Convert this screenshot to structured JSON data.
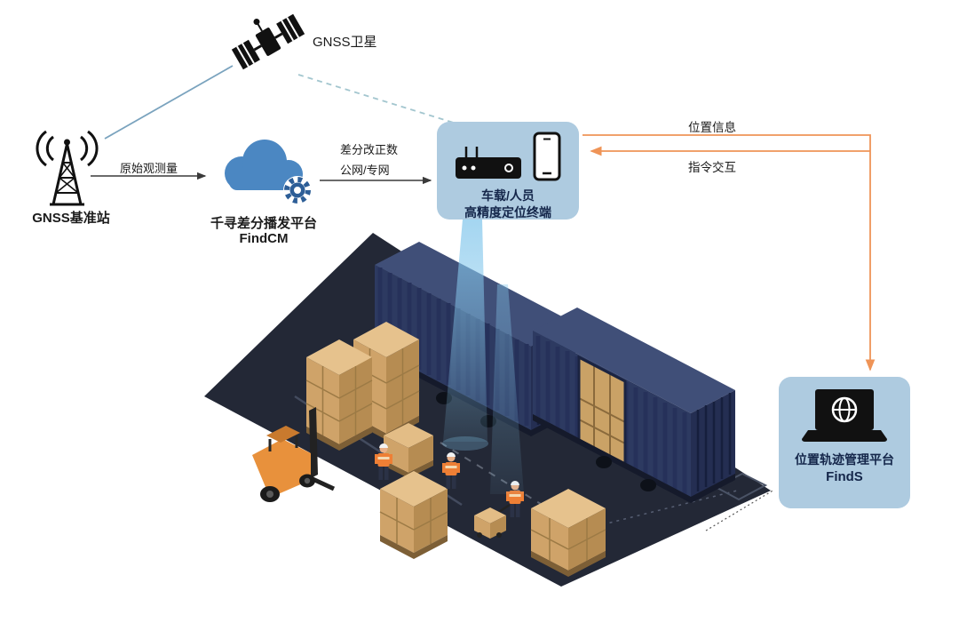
{
  "nodes": {
    "satellite": {
      "label": "GNSS卫星"
    },
    "base_station": {
      "label": "GNSS基准站"
    },
    "cloud": {
      "name": "千寻差分播发平台",
      "product": "FindCM"
    },
    "terminal": {
      "line1": "车载/人员",
      "line2": "高精度定位终端"
    },
    "platform": {
      "name": "位置轨迹管理平台",
      "product": "FindS"
    }
  },
  "edges": {
    "raw_obs": "原始观测量",
    "correction": "差分改正数",
    "network": "公网/专网",
    "position_info": "位置信息",
    "command": "指令交互"
  },
  "colors": {
    "accent_orange": "#EF9457",
    "node_bg": "#AECBE0",
    "cloud_blue": "#4B87C2",
    "gear_blue": "#2D5E97",
    "container_navy": "#2D3A61",
    "floor_dark": "#232836",
    "carton_tan": "#D9B37E",
    "beam_blue": "#86C8EC",
    "link_blue": "#7AA3BE"
  }
}
